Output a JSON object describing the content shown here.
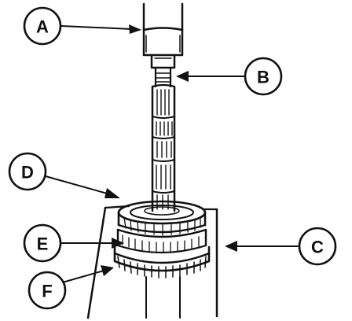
{
  "figure": {
    "callouts": [
      {
        "id": "a",
        "label": "A"
      },
      {
        "id": "b",
        "label": "B"
      },
      {
        "id": "c",
        "label": "C"
      },
      {
        "id": "d",
        "label": "D"
      },
      {
        "id": "e",
        "label": "E"
      },
      {
        "id": "f",
        "label": "F"
      }
    ],
    "colors": {
      "ink": "#111111",
      "paper": "#ffffff"
    }
  }
}
